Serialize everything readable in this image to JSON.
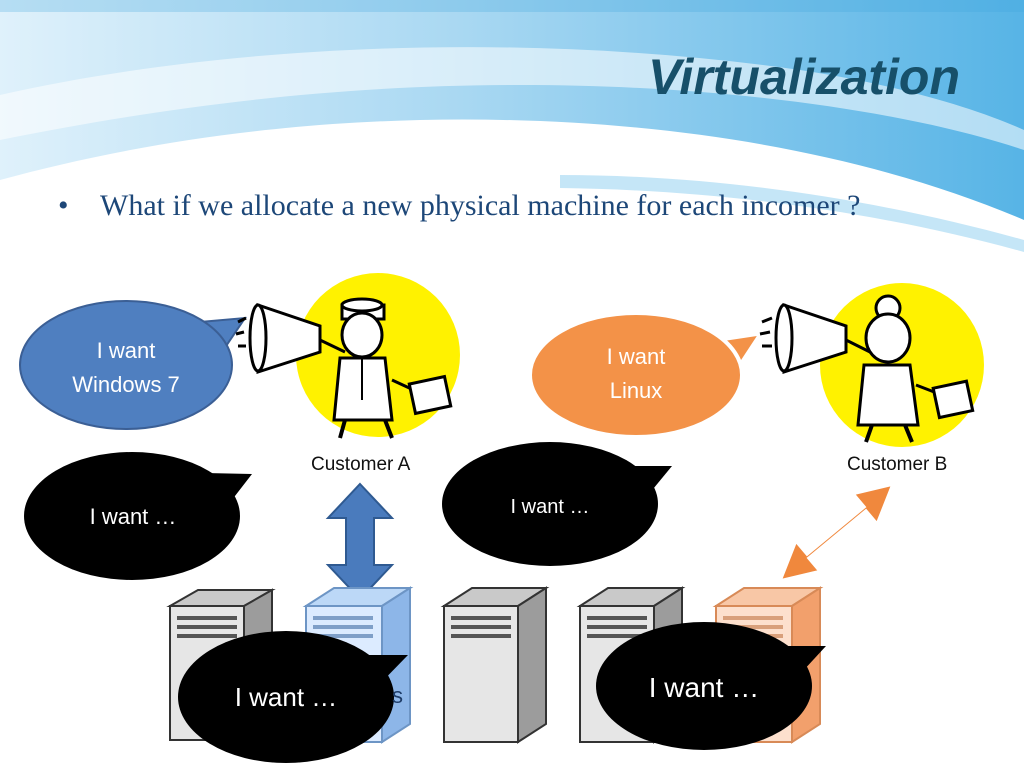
{
  "slide": {
    "title": "Virtualization",
    "bullet": "What if we allocate a new physical machine for each incomer ?",
    "customer_a_label": "Customer A",
    "customer_b_label": "Customer B",
    "bubbles": {
      "windows": "I want\nWindows 7",
      "linux": "I want\nLinux",
      "generic": "I want …"
    },
    "hidden_label_fragment": "s"
  },
  "colors": {
    "title": "#17506a",
    "bullet_text": "#1d4778",
    "blue_bubble": "#4f7fc0",
    "orange_bubble": "#f39248",
    "black_bubble": "#000000",
    "blue_arrow": "#4a7bbd",
    "orange_arrow": "#f0883d",
    "yellow_disc": "#fff200"
  }
}
